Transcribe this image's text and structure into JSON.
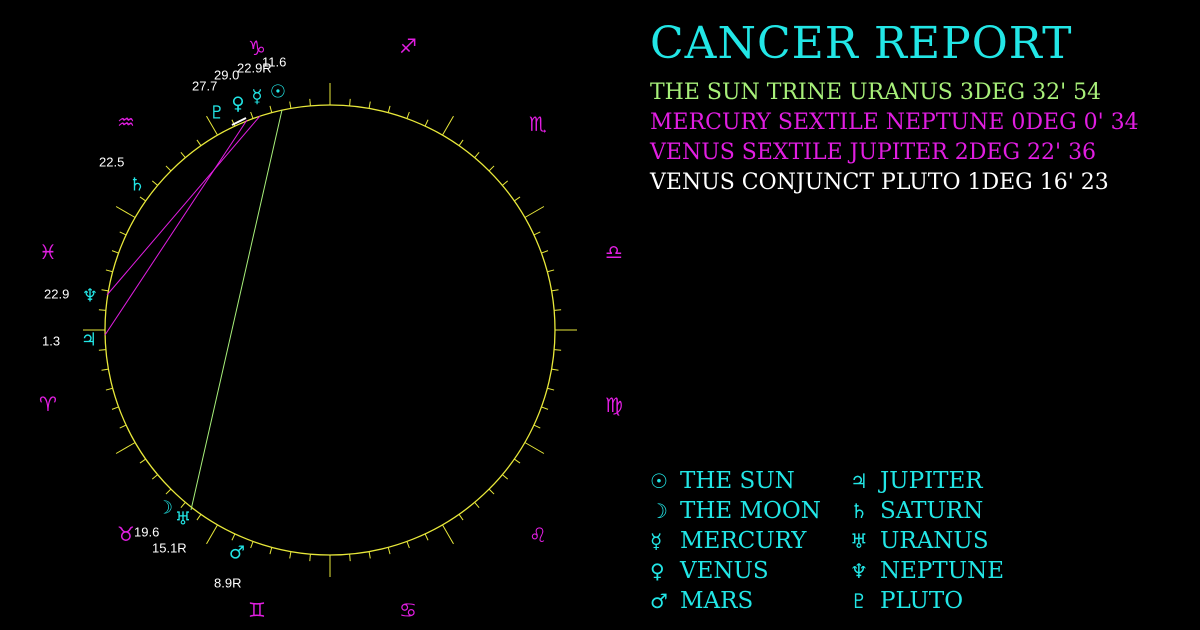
{
  "report": {
    "title": "CANCER REPORT",
    "aspects": [
      {
        "text": "THE SUN TRINE URANUS 3DEG 32' 54",
        "color": "#a8f07a"
      },
      {
        "text": "MERCURY SEXTILE NEPTUNE 0DEG 0' 34",
        "color": "#e11ee1"
      },
      {
        "text": "VENUS SEXTILE JUPITER 2DEG 22' 36",
        "color": "#e11ee1"
      },
      {
        "text": "VENUS CONJUNCT PLUTO 1DEG 16' 23",
        "color": "#ffffff"
      }
    ]
  },
  "legend": [
    {
      "glyph": "☉",
      "label": "THE SUN"
    },
    {
      "glyph": "♃",
      "label": "JUPITER"
    },
    {
      "glyph": "☽",
      "label": "THE MOON"
    },
    {
      "glyph": "♄",
      "label": "SATURN"
    },
    {
      "glyph": "☿",
      "label": "MERCURY"
    },
    {
      "glyph": "♅",
      "label": "URANUS"
    },
    {
      "glyph": "♀",
      "label": "VENUS"
    },
    {
      "glyph": "♆",
      "label": "NEPTUNE"
    },
    {
      "glyph": "♂",
      "label": "MARS"
    },
    {
      "glyph": "♇",
      "label": "PLUTO"
    }
  ],
  "wheel": {
    "zodiac": [
      {
        "glyph": "♑",
        "name": "capricorn"
      },
      {
        "glyph": "♐",
        "name": "sagittarius"
      },
      {
        "glyph": "♏",
        "name": "scorpio"
      },
      {
        "glyph": "♎",
        "name": "libra"
      },
      {
        "glyph": "♍",
        "name": "virgo"
      },
      {
        "glyph": "♌",
        "name": "leo"
      },
      {
        "glyph": "♋",
        "name": "cancer"
      },
      {
        "glyph": "♊",
        "name": "gemini"
      },
      {
        "glyph": "♉",
        "name": "taurus"
      },
      {
        "glyph": "♈",
        "name": "aries"
      },
      {
        "glyph": "♓",
        "name": "pisces"
      },
      {
        "glyph": "♒",
        "name": "aquarius"
      }
    ],
    "planets": [
      {
        "name": "sun",
        "glyph": "☉",
        "label": "11.6"
      },
      {
        "name": "mercury",
        "glyph": "☿",
        "label": "22.9R"
      },
      {
        "name": "venus",
        "glyph": "♀",
        "label": "29.0"
      },
      {
        "name": "pluto",
        "glyph": "♇",
        "label": "27.7"
      },
      {
        "name": "saturn",
        "glyph": "♄",
        "label": "22.5"
      },
      {
        "name": "neptune",
        "glyph": "♆",
        "label": "22.9"
      },
      {
        "name": "jupiter",
        "glyph": "♃",
        "label": "1.3"
      },
      {
        "name": "moon",
        "glyph": "☽",
        "label": "19.6"
      },
      {
        "name": "uranus",
        "glyph": "♅",
        "label": "15.1R"
      },
      {
        "name": "mars",
        "glyph": "♂",
        "label": "8.9R"
      }
    ],
    "line_colors": {
      "trine": "#a8f07a",
      "sextile": "#e11ee1",
      "ring": "#e8e83a"
    }
  }
}
